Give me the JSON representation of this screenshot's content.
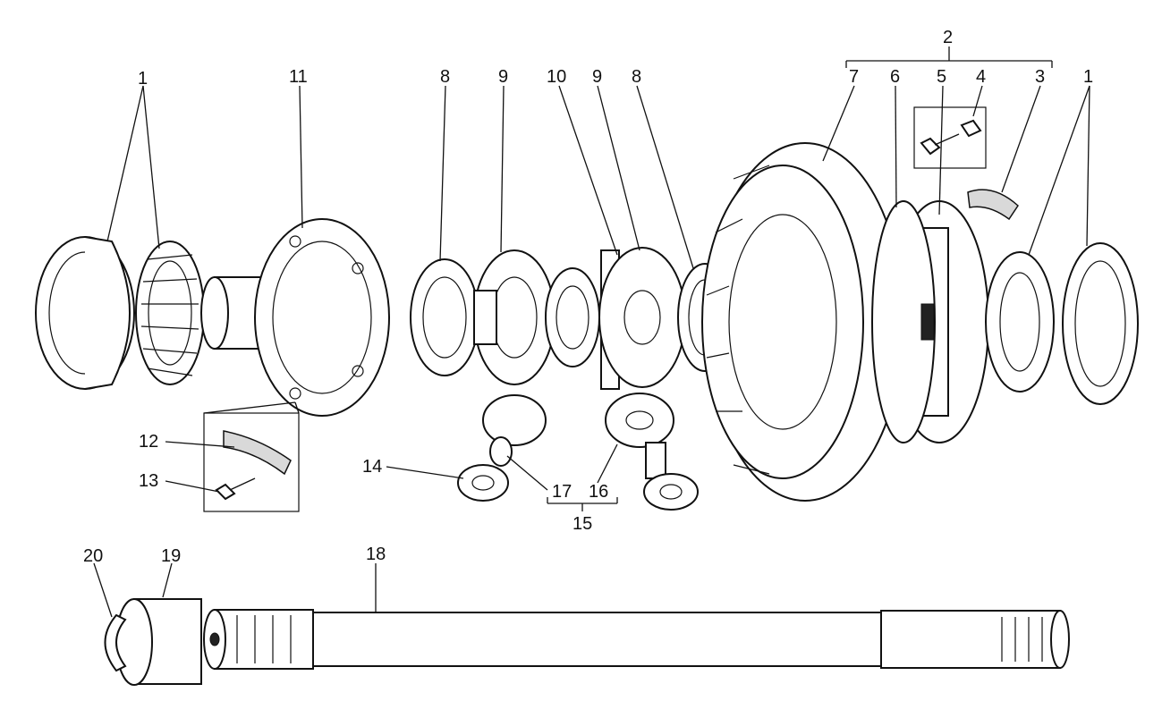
{
  "callouts": {
    "c1a": "1",
    "c11": "11",
    "c8a": "8",
    "c9a": "9",
    "c10": "10",
    "c9b": "9",
    "c8b": "8",
    "c2": "2",
    "c7": "7",
    "c6": "6",
    "c5": "5",
    "c4": "4",
    "c3": "3",
    "c1b": "1",
    "c12": "12",
    "c13": "13",
    "c14": "14",
    "c17": "17",
    "c16": "16",
    "c15": "15",
    "c20": "20",
    "c19": "19",
    "c18": "18"
  },
  "colors": {
    "ink": "#111111",
    "paper": "#ffffff"
  }
}
